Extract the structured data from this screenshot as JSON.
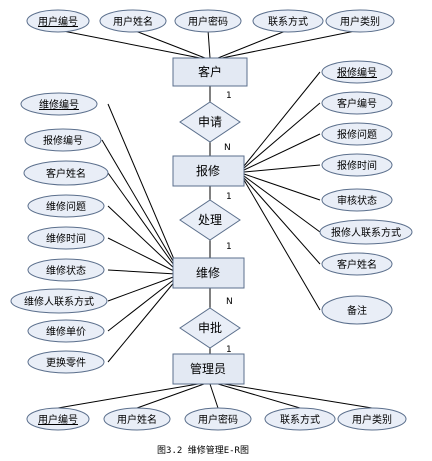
{
  "entities": {
    "customer": "客户",
    "repair_report": "报修",
    "repair": "维修",
    "admin": "管理员"
  },
  "relationships": {
    "apply": "申请",
    "handle": "处理",
    "approve": "申批"
  },
  "cardinality": {
    "customer_apply": "1",
    "apply_report": "N",
    "report_handle": "1",
    "handle_repair": "1",
    "repair_approve": "N",
    "approve_admin": "1"
  },
  "customer_attrs": [
    "用户编号",
    "用户姓名",
    "用户密码",
    "联系方式",
    "用户类别"
  ],
  "report_attrs": [
    "报修编号",
    "客户编号",
    "报修问题",
    "报修时间",
    "审核状态",
    "报修人联系方式",
    "客户姓名",
    "备注"
  ],
  "repair_attrs": [
    "维修编号",
    "报修编号",
    "客户姓名",
    "维修问题",
    "维修时间",
    "维修状态",
    "维修人联系方式",
    "维修单价",
    "更换零件"
  ],
  "admin_attrs": [
    "用户编号",
    "用户姓名",
    "用户密码",
    "联系方式",
    "用户类别"
  ],
  "caption": "图3.2 维修管理E-R图"
}
